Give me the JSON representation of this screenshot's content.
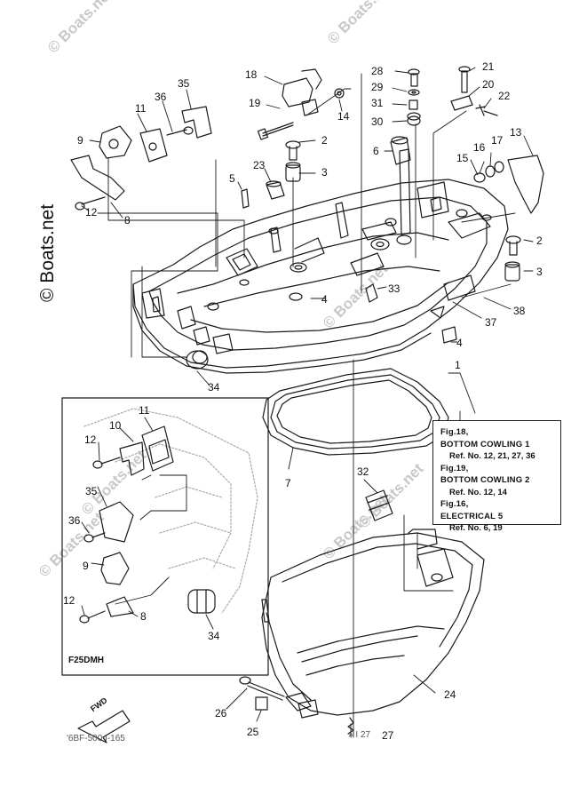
{
  "watermarks": [
    "© Boats.net",
    "© Boats.net",
    "© Boats.net",
    "© Boats.net",
    "© Boats.net",
    "© Boats.net",
    "© Boats.net"
  ],
  "brand": "© Boats.net",
  "callouts": [
    {
      "id": "c1",
      "text": "1"
    },
    {
      "id": "c2a",
      "text": "2"
    },
    {
      "id": "c2b",
      "text": "2"
    },
    {
      "id": "c3a",
      "text": "3"
    },
    {
      "id": "c3b",
      "text": "3"
    },
    {
      "id": "c4a",
      "text": "4"
    },
    {
      "id": "c4b",
      "text": "4"
    },
    {
      "id": "c5",
      "text": "5"
    },
    {
      "id": "c6",
      "text": "6"
    },
    {
      "id": "c7",
      "text": "7"
    },
    {
      "id": "c8a",
      "text": "8"
    },
    {
      "id": "c8b",
      "text": "8"
    },
    {
      "id": "c9a",
      "text": "9"
    },
    {
      "id": "c9b",
      "text": "9"
    },
    {
      "id": "c10",
      "text": "10"
    },
    {
      "id": "c11a",
      "text": "11"
    },
    {
      "id": "c11b",
      "text": "11"
    },
    {
      "id": "c12a",
      "text": "12"
    },
    {
      "id": "c12b",
      "text": "12"
    },
    {
      "id": "c12c",
      "text": "12"
    },
    {
      "id": "c13",
      "text": "13"
    },
    {
      "id": "c14",
      "text": "14"
    },
    {
      "id": "c15",
      "text": "15"
    },
    {
      "id": "c16",
      "text": "16"
    },
    {
      "id": "c17",
      "text": "17"
    },
    {
      "id": "c18",
      "text": "18"
    },
    {
      "id": "c19",
      "text": "19"
    },
    {
      "id": "c20",
      "text": "20"
    },
    {
      "id": "c21",
      "text": "21"
    },
    {
      "id": "c22",
      "text": "22"
    },
    {
      "id": "c23",
      "text": "23"
    },
    {
      "id": "c24",
      "text": "24"
    },
    {
      "id": "c25",
      "text": "25"
    },
    {
      "id": "c26",
      "text": "26"
    },
    {
      "id": "c27",
      "text": "27"
    },
    {
      "id": "c28",
      "text": "28"
    },
    {
      "id": "c29",
      "text": "29"
    },
    {
      "id": "c30",
      "text": "30"
    },
    {
      "id": "c31",
      "text": "31"
    },
    {
      "id": "c32",
      "text": "32"
    },
    {
      "id": "c33",
      "text": "33"
    },
    {
      "id": "c34a",
      "text": "34"
    },
    {
      "id": "c34b",
      "text": "34"
    },
    {
      "id": "c35a",
      "text": "35"
    },
    {
      "id": "c35b",
      "text": "35"
    },
    {
      "id": "c36a",
      "text": "36"
    },
    {
      "id": "c36b",
      "text": "36"
    },
    {
      "id": "c37",
      "text": "37"
    },
    {
      "id": "c38",
      "text": "38"
    }
  ],
  "reference_box": {
    "lines": [
      {
        "cls": "fig",
        "text": "Fig.18,"
      },
      {
        "cls": "fig",
        "text": "BOTTOM COWLING 1"
      },
      {
        "cls": "sub",
        "text": "Ref. No. 12, 21, 27, 36"
      },
      {
        "cls": "fig",
        "text": "Fig.19,"
      },
      {
        "cls": "fig",
        "text": "BOTTOM COWLING 2"
      },
      {
        "cls": "sub",
        "text": "Ref. No. 12, 14"
      },
      {
        "cls": "fig",
        "text": "Fig.16,"
      },
      {
        "cls": "fig",
        "text": "ELECTRICAL 5"
      },
      {
        "cls": "sub",
        "text": "Ref. No. 6, 19"
      }
    ]
  },
  "inset_label": "F25DMH",
  "fwd_label": "FWD",
  "footer_left": "'6BF-500   I-165",
  "footer_mid": "»   I   27",
  "colors": {
    "line": "#1a1a1a",
    "watermark": "#c8c8c8",
    "background": "#ffffff"
  }
}
